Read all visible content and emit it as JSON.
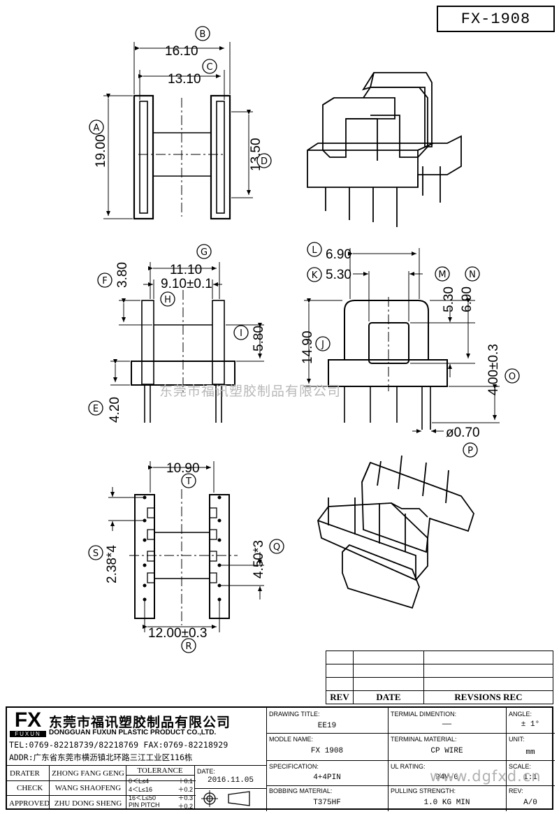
{
  "drawing_code": "FX-1908",
  "watermark": "东莞市福讯塑胶制品有限公司",
  "footer_url": "www.dgfxd.cn",
  "top_view": {
    "dims": {
      "b": "16.10",
      "c": "13.10",
      "a": "19.00",
      "d": "13.50"
    },
    "labels": {
      "a": "A",
      "b": "B",
      "c": "C",
      "d": "D"
    }
  },
  "front_view": {
    "dims": {
      "g": "11.10",
      "h": "9.10±0.1",
      "f": "3.80",
      "i": "5.80",
      "e": "4.20"
    },
    "labels": {
      "e": "E",
      "f": "F",
      "g": "G",
      "h": "H",
      "i": "I"
    }
  },
  "side_view": {
    "dims": {
      "l": "6.90",
      "k": "5.30",
      "m": "5.30",
      "n": "6.90",
      "j": "14.90",
      "o": "4.00±0.3",
      "p": "ø0.70"
    },
    "labels": {
      "j": "J",
      "k": "K",
      "l": "L",
      "m": "M",
      "n": "N",
      "o": "O",
      "p": "P"
    }
  },
  "bottom_view": {
    "dims": {
      "t": "10.90",
      "s": "2.38*4",
      "q": "4.50*3",
      "r": "12.00±0.3"
    },
    "labels": {
      "q": "Q",
      "r": "R",
      "s": "S",
      "t": "T"
    }
  },
  "revision_table": {
    "headers": [
      "REV",
      "DATE",
      "REVSIONS REC"
    ]
  },
  "title_block": {
    "logo": "FX",
    "logo_sub": "FUXUN",
    "company_cn": "东莞市福讯塑胶制品有限公司",
    "company_en": "DONGGUAN FUXUN PLASTIC PRODUCT CO.,LTD.",
    "contact": "TEL:0769-82218739/82218769 FAX:0769-82218929",
    "address": "ADDR:广东省东莞市横沥镇北环路三江工业区116栋",
    "drater_label": "DRATER",
    "drater": "ZHONG FANG GENG",
    "check_label": "CHECK",
    "check": "WANG SHAOFENG",
    "approved_label": "APPROVED",
    "approved": "ZHU DONG SHENG",
    "tolerance_label": "TOLERANCE",
    "tolerances": [
      {
        "range": "0＜L≤4",
        "value": "＋0.1"
      },
      {
        "range": "4＜L≤16",
        "value": "＋0.2"
      },
      {
        "range": "16＜L≤50",
        "value": "＋0.3"
      },
      {
        "range": "PIN PITCH",
        "value": "＋0.2"
      }
    ],
    "date_label": "DATE:",
    "date": "2016.11.05",
    "drawing_title_label": "DRAWING TITLE:",
    "drawing_title": "EE19",
    "model_label": "MODLE NAME:",
    "model": "FX 1908",
    "spec_label": "SPECIFICATION:",
    "spec": "4+4PIN",
    "bobbin_label": "BOBBING MATERIAL:",
    "bobbin": "T375HF",
    "terminal_dim_label": "TERMIAL DIMENTION:",
    "terminal_dim": "——",
    "terminal_mat_label": "TERMINAL MATERIAL:",
    "terminal_mat": "CP WIRE",
    "ul_label": "UL RATING:",
    "ul": "94V-0",
    "pulling_label": "PULLING STRENGTH:",
    "pulling": "1.0 KG MIN",
    "angle_label": "ANGLE:",
    "angle": "± 1°",
    "unit_label": "UNIT:",
    "unit": "mm",
    "scale_label": "SCALE:",
    "scale": "1:1",
    "rev_label": "REV:",
    "rev": "A/0"
  }
}
